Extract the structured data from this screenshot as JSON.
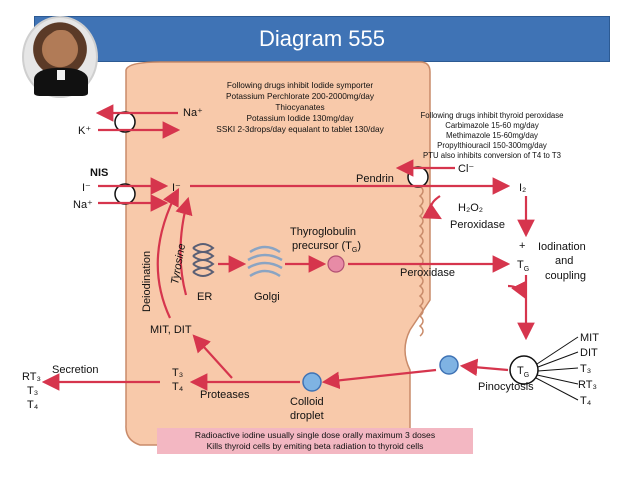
{
  "title": "Diagram 555",
  "notes": {
    "symporter": [
      "Following drugs inhibit Iodide symporter",
      "Potassium Perchlorate 200-2000mg/day",
      "Thiocyanates",
      "Potassium Iodide 130mg/day",
      "SSKI 2-3drops/day equalant to tablet 130/day"
    ],
    "peroxidase": [
      "Following drugs inhibit thyroid peroxidase",
      "Carbimazole 15-60 mg/day",
      "Methimazole 15-60mg/day",
      "Propylthiouracil 150-300mg/day",
      "PTU also inhibits conversion of T4 to T3"
    ],
    "radioactive": [
      "Radioactive iodine usually single dose orally maximum 3 doses",
      "Kills thyroid cells by emiting beta radiation to thyroid cells"
    ]
  },
  "labels": {
    "na_plus_top": "Na⁺",
    "k_plus": "K⁺",
    "nis": "NIS",
    "i_minus_left": "I⁻",
    "na_plus_left": "Na⁺",
    "i_minus_inside": "I⁻",
    "pendrin": "Pendrin",
    "cl_minus": "Cl⁻",
    "i2": "I₂",
    "h2o2": "H₂O₂",
    "peroxidase_top": "Peroxidase",
    "plus": "+",
    "tg_right": "T",
    "tg_sub": "G",
    "iodination": "Iodination",
    "and": "and",
    "coupling": "coupling",
    "thyroglobulin": "Thyroglobulin",
    "precursor": "precursor (T",
    "precursor_sub": "G",
    "precursor_close": ")",
    "er": "ER",
    "golgi": "Golgi",
    "tyrosine": "Tyrosine",
    "deiodination": "Deiodination",
    "peroxidase_mid": "Peroxidase",
    "mit_dit": "MIT, DIT",
    "t3": "T₃",
    "t4": "T₄",
    "proteases": "Proteases",
    "colloid": "Colloid",
    "droplet": "droplet",
    "pinocytosis": "Pinocytosis",
    "tg_circle": "T",
    "tg_circle_sub": "G",
    "secretion": "Secretion",
    "rt3_left": "RT₃",
    "t3_left": "T₃",
    "t4_left": "T₄",
    "mit_r": "MIT",
    "dit_r": "DIT",
    "t3_r": "T₃",
    "rt3_r": "RT₃",
    "t4_r": "T₄"
  },
  "colors": {
    "cell": "#f8c9aa",
    "arrow": "#d6354d",
    "accent_blue": "#3f73b5",
    "droplet": "#7fb3e3",
    "note_band": "#f3b7c2"
  }
}
